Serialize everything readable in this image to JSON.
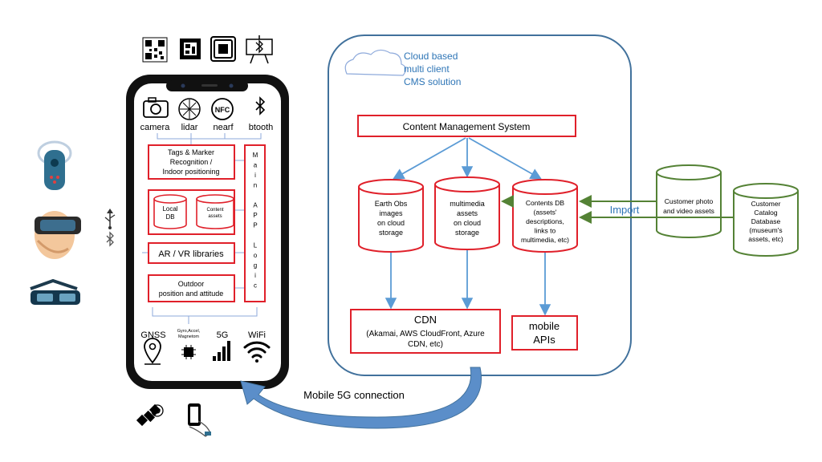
{
  "top_markers": {
    "icons": [
      "qr-code-icon",
      "fiducial-marker-icon",
      "rfid-tag-icon",
      "bluetooth-beacon-icon"
    ]
  },
  "phone": {
    "sensors": [
      "camera",
      "lidar",
      "nearf",
      "btooth"
    ],
    "nfc_badge": "NFC",
    "tags_box": [
      "Tags & Marker",
      "Recognition /",
      "Indoor positioning"
    ],
    "local_db": [
      "Local",
      "DB"
    ],
    "content_assets": [
      "Content",
      "assets"
    ],
    "ar_vr": "AR / VR libraries",
    "outdoor": [
      "Outdoor",
      "position and attitude"
    ],
    "main_app_logic": [
      "M",
      "a",
      "i",
      "n",
      "",
      "A",
      "P",
      "P",
      "",
      "L",
      "o",
      "g",
      "i",
      "c"
    ],
    "bottom_labels": [
      "GNSS",
      "5G",
      "WiFi"
    ],
    "imu_label": [
      "Gyro,Accel,",
      "Magnetom"
    ]
  },
  "cloud": {
    "title": [
      "Cloud based",
      "multi client",
      "CMS solution"
    ],
    "cms": "Content Management System",
    "earth_obs": [
      "Earth Obs",
      "images",
      "on cloud",
      "storage"
    ],
    "multimedia": [
      "multimedia",
      "assets",
      "on cloud",
      "storage"
    ],
    "contents_db": [
      "Contents DB",
      "(assets'",
      "descriptions,",
      "links to",
      "multimedia, etc)"
    ],
    "cdn_title": "CDN",
    "cdn_detail": [
      "(Akamai, AWS CloudFront, Azure",
      "CDN, etc)"
    ],
    "mobile_apis": [
      "mobile",
      "APIs"
    ]
  },
  "customer": {
    "photo": [
      "Customer photo",
      "and video assets"
    ],
    "catalog": [
      "Customer",
      "Catalog",
      "Database",
      "(museum's",
      "assets, etc)"
    ],
    "import": "Import"
  },
  "connection": "Mobile 5G connection",
  "colors": {
    "red": "#e0202a",
    "blue_arrow": "#5b9bd5",
    "dark_blue_border": "#41719c",
    "green": "#548235",
    "title_blue": "#2e75b6"
  }
}
